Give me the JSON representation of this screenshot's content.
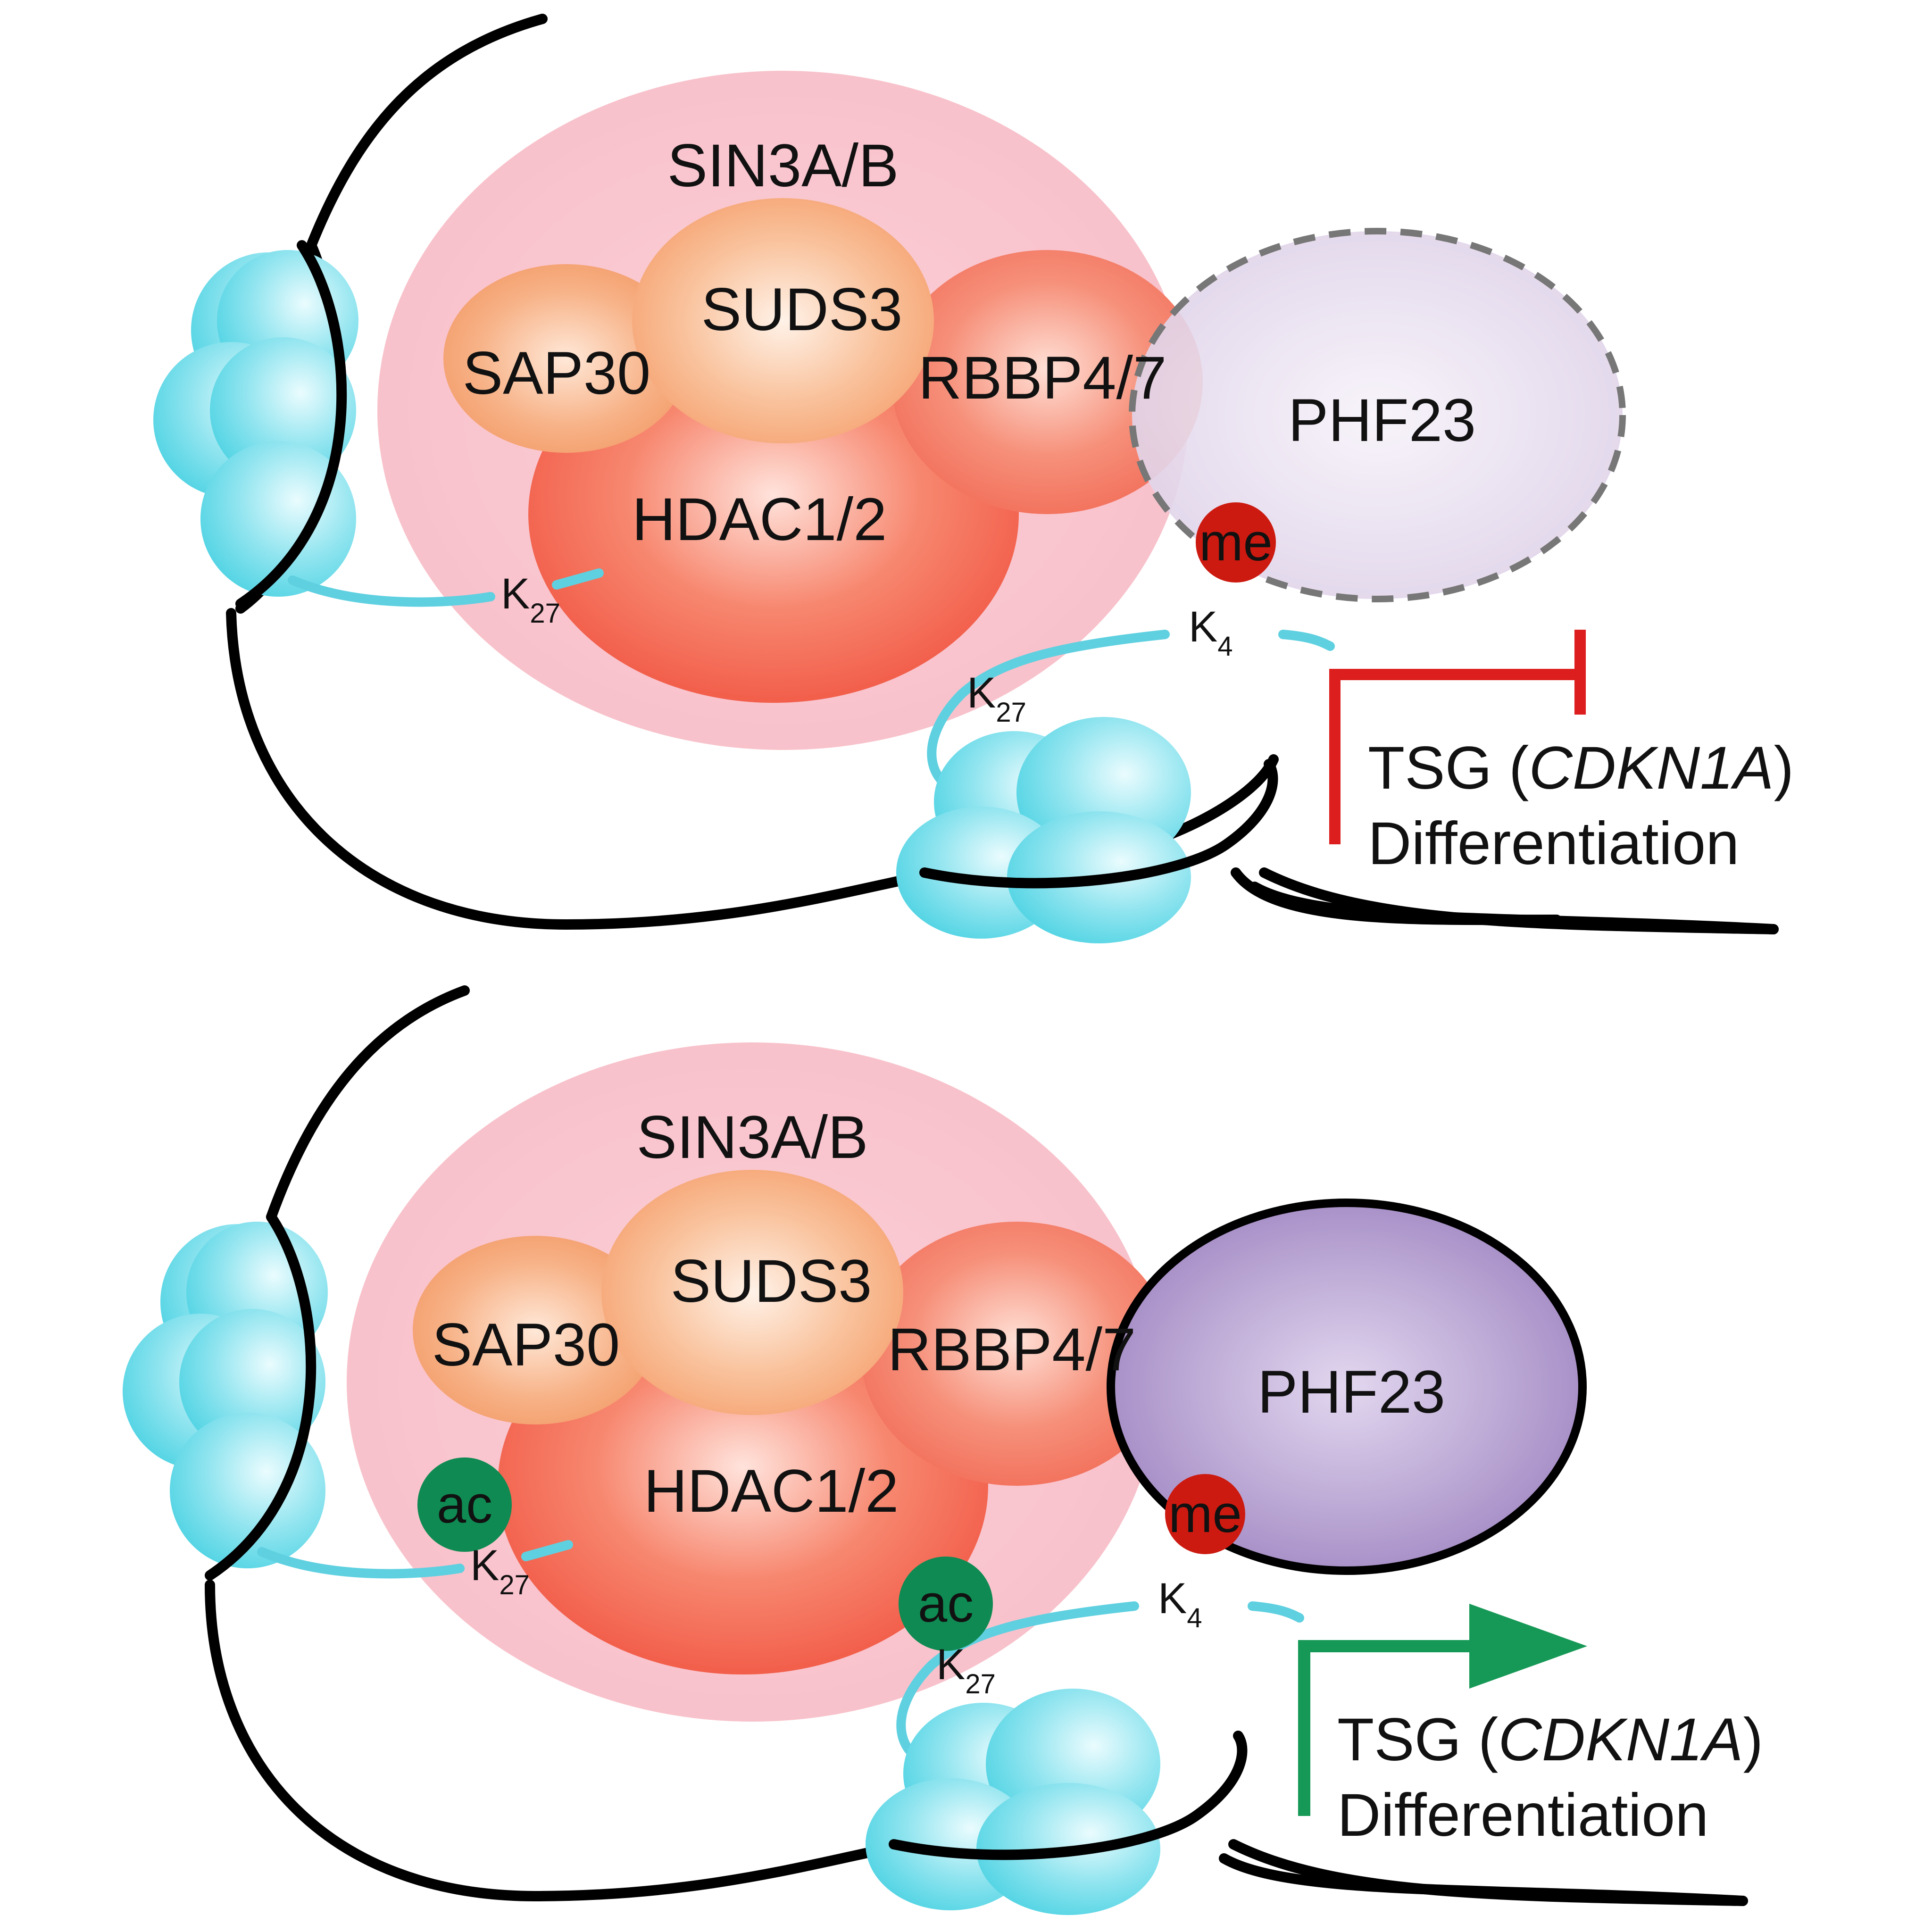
{
  "colors": {
    "nucleosome": "#4fd3e3",
    "nucleosome_highlight": "#e6fbfd",
    "tail": "#5fd0e0",
    "complex_halo": "#f9c6cf",
    "hdac": "#f25a47",
    "rbbp": "#f37a63",
    "suds3": "#f6a87a",
    "sap30": "#f59a69",
    "phf23_faded": "#ddd3e6",
    "phf23": "#a890c7",
    "me": "#cc1a10",
    "ac": "#0f8a52",
    "repress": "#dd1e1e",
    "activate": "#169956",
    "dna": "#000000"
  },
  "icons": {
    "repression": "t-bar-inhibition-icon",
    "activation": "bent-arrow-activation-icon"
  },
  "panels": [
    {
      "state": "repressed",
      "complex": "SIN3A/B",
      "suds3": "SUDS3",
      "sap30": "SAP30",
      "rbbp": "RBBP4/7",
      "hdac": "HDAC1/2",
      "reader": "PHF23",
      "reader_style": "dashed",
      "me": "me",
      "left_tail": {
        "k": "K",
        "sub": "27"
      },
      "right_tail_k27": {
        "k": "K",
        "sub": "27"
      },
      "right_tail_k4": {
        "k": "K",
        "sub": "4"
      },
      "target_prefix": "TSG (",
      "target_gene": "CDKN1A",
      "target_suffix": ")",
      "outcome": "Differentiation"
    },
    {
      "state": "active",
      "complex": "SIN3A/B",
      "suds3": "SUDS3",
      "sap30": "SAP30",
      "rbbp": "RBBP4/7",
      "hdac": "HDAC1/2",
      "reader": "PHF23",
      "reader_style": "solid",
      "me": "me",
      "ac_left": "ac",
      "ac_right": "ac",
      "left_tail": {
        "k": "K",
        "sub": "27"
      },
      "right_tail_k27": {
        "k": "K",
        "sub": "27"
      },
      "right_tail_k4": {
        "k": "K",
        "sub": "4"
      },
      "target_prefix": "TSG (",
      "target_gene": "CDKN1A",
      "target_suffix": ")",
      "outcome": "Differentiation"
    }
  ]
}
